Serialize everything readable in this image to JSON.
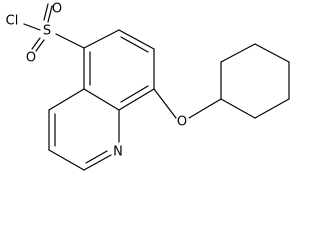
{
  "molecule": {
    "atoms": {
      "chlorine": "Cl",
      "sulfur": "S",
      "oxygen_top": "O",
      "oxygen_bottom": "O",
      "ether_oxygen": "O",
      "ring_nitrogen": "N"
    }
  }
}
